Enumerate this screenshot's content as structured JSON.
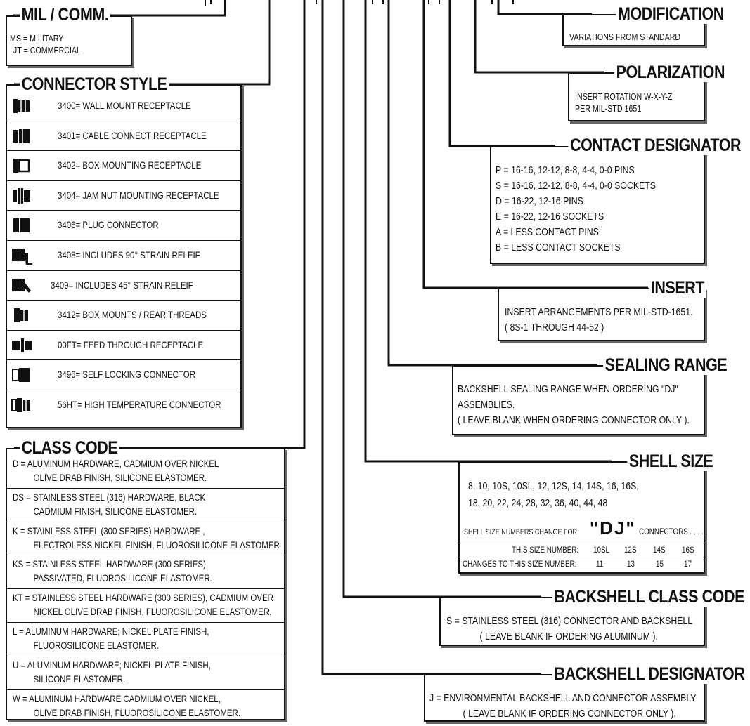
{
  "mil_comm": {
    "header": "MIL / COMM.",
    "lines": [
      "MS = MILITARY",
      "JT = COMMERCIAL"
    ]
  },
  "connector_style": {
    "header": "CONNECTOR STYLE",
    "items": [
      {
        "icon": "wall-mount-receptacle-icon",
        "label": "3400= WALL MOUNT RECEPTACLE"
      },
      {
        "icon": "cable-connect-receptacle-icon",
        "label": "3401= CABLE CONNECT RECEPTACLE"
      },
      {
        "icon": "box-mounting-receptacle-icon",
        "label": "3402= BOX MOUNTING RECEPTACLE"
      },
      {
        "icon": "jam-nut-receptacle-icon",
        "label": "3404= JAM NUT MOUNTING RECEPTACLE"
      },
      {
        "icon": "plug-connector-icon",
        "label": "3406= PLUG CONNECTOR"
      },
      {
        "icon": "strain-relief-90-icon",
        "label": "3408= INCLUDES 90° STRAIN RELEIF"
      },
      {
        "icon": "strain-relief-45-icon",
        "label": "3409= INCLUDES 45° STRAIN RELEIF"
      },
      {
        "icon": "box-mount-rear-thread-icon",
        "label": "3412= BOX MOUNTS / REAR THREADS"
      },
      {
        "icon": "feed-through-receptacle-icon",
        "label": "00FT= FEED THROUGH RECEPTACLE"
      },
      {
        "icon": "self-locking-connector-icon",
        "label": "3496= SELF LOCKING CONNECTOR"
      },
      {
        "icon": "high-temperature-connector-icon",
        "label": "56HT= HIGH TEMPERATURE CONNECTOR"
      }
    ]
  },
  "class_code": {
    "header": "CLASS CODE",
    "items": [
      {
        "l1": "D = ALUMINUM HARDWARE, CADMIUM OVER NICKEL",
        "l2": "OLIVE DRAB FINISH, SILICONE ELASTOMER."
      },
      {
        "l1": "DS = STAINLESS STEEL (316) HARDWARE, BLACK",
        "l2": "CADMIUM FINISH, SILICONE ELASTOMER."
      },
      {
        "l1": "K = STAINLESS STEEL (300 SERIES) HARDWARE ,",
        "l2": "ELECTROLESS NICKEL FINISH, FLUOROSILICONE ELASTOMER"
      },
      {
        "l1": "KS = STAINLESS STEEL HARDWARE (300 SERIES),",
        "l2": "PASSIVATED, FLUOROSILICONE ELASTOMER."
      },
      {
        "l1": "KT = STAINLESS STEEL HARDWARE (300 SERIES), CADMIUM OVER",
        "l2": "NICKEL OLIVE DRAB FINISH, FLUOROSILICONE ELASTOMER."
      },
      {
        "l1": "L = ALUMINUM HARDWARE; NICKEL PLATE FINISH,",
        "l2": "FLUOROSILICONE ELASTOMER."
      },
      {
        "l1": "U = ALUMINUM HARDWARE; NICKEL PLATE FINISH,",
        "l2": "SILICONE ELASTOMER."
      },
      {
        "l1": "W = ALUMINUM HARDWARE CADMIUM OVER NICKEL,",
        "l2": "OLIVE DRAB FINISH, FLUOROSILICONE ELASTOMER."
      }
    ]
  },
  "modification": {
    "header": "MODIFICATION",
    "lines": [
      "VARIATIONS FROM STANDARD"
    ]
  },
  "polarization": {
    "header": "POLARIZATION",
    "lines": [
      "INSERT ROTATION W-X-Y-Z",
      "PER MIL-STD 1651"
    ]
  },
  "contact_designator": {
    "header": "CONTACT DESIGNATOR",
    "lines": [
      "P = 16-16, 12-12, 8-8, 4-4, 0-0 PINS",
      "S = 16-16, 12-12, 8-8, 4-4, 0-0 SOCKETS",
      "D = 16-22, 12-16 PINS",
      "E = 16-22, 12-16 SOCKETS",
      "A = LESS CONTACT PINS",
      "B = LESS CONTACT SOCKETS"
    ]
  },
  "insert": {
    "header": "INSERT",
    "lines": [
      "INSERT ARRANGEMENTS PER MIL-STD-1651.",
      "( 8S-1 THROUGH 44-52 )"
    ]
  },
  "sealing_range": {
    "header": "SEALING RANGE",
    "lines": [
      "BACKSHELL SEALING RANGE WHEN ORDERING \"DJ\"",
      "ASSEMBLIES.",
      "( LEAVE BLANK WHEN ORDERING CONNECTOR ONLY )."
    ]
  },
  "shell_size": {
    "header": "SHELL SIZE",
    "lines": [
      "8, 10, 10S, 10SL, 12, 12S, 14, 14S, 16, 16S,",
      "18, 20, 22, 24, 28, 32, 36, 40, 44, 48"
    ],
    "change_prefix": "SHELL SIZE NUMBERS CHANGE FOR",
    "change_dj": "\"DJ\"",
    "change_suffix": "CONNECTORS . . . . .",
    "row1_label": "THIS SIZE NUMBER:",
    "row1_values": [
      "10SL",
      "12S",
      "14S",
      "16S"
    ],
    "row2_label": "CHANGES TO THIS SIZE NUMBER:",
    "row2_values": [
      "11",
      "13",
      "15",
      "17"
    ]
  },
  "backshell_class_code": {
    "header": "BACKSHELL CLASS CODE",
    "lines": [
      "S = STAINLESS STEEL (316) CONNECTOR AND BACKSHELL",
      "( LEAVE BLANK IF ORDERING ALUMINUM )."
    ]
  },
  "backshell_designator": {
    "header": "BACKSHELL DESIGNATOR",
    "lines": [
      "J = ENVIRONMENTAL BACKSHELL AND CONNECTOR ASSEMBLY",
      "( LEAVE BLANK IF ORDERING CONNECTOR ONLY )."
    ]
  }
}
